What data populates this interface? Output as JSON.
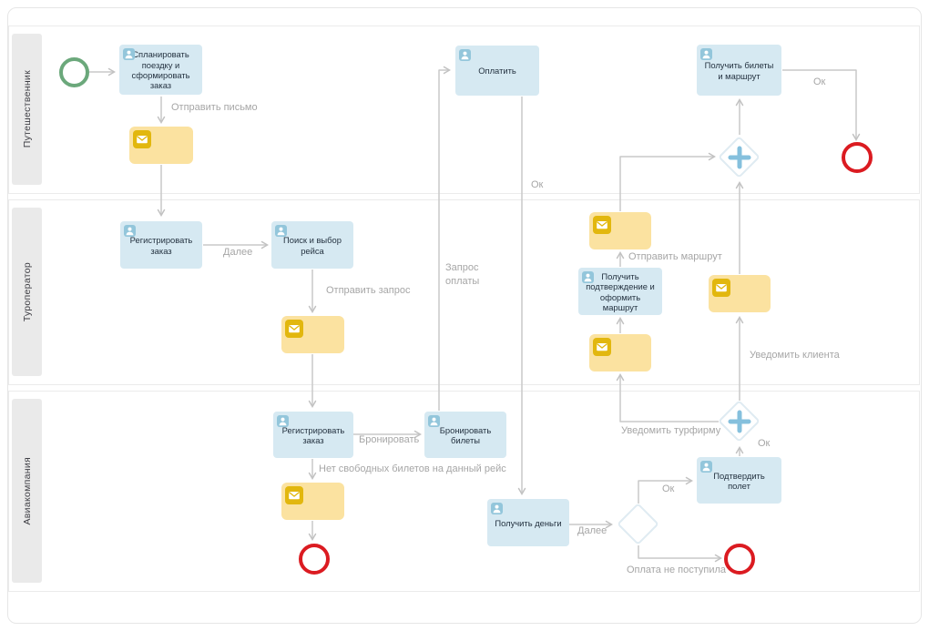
{
  "lanes": [
    {
      "label": "Путешественник"
    },
    {
      "label": "Туроператор"
    },
    {
      "label": "Авиакомпания"
    }
  ],
  "nodes": {
    "plan_trip": {
      "label": "Спланировать поездку и сформировать заказ"
    },
    "pay": {
      "label": "Оплатить"
    },
    "get_tickets": {
      "label": "Получить билеты и маршрут"
    },
    "register_order_tour": {
      "label": "Регистрировать заказ"
    },
    "search_flight": {
      "label": "Поиск и выбор рейса"
    },
    "get_confirmation": {
      "label": "Получить подтверждение и оформить маршрут"
    },
    "register_order_air": {
      "label": "Регистрировать заказ"
    },
    "book_tickets": {
      "label": "Бронировать билеты"
    },
    "get_money": {
      "label": "Получить деньги"
    },
    "confirm_flight": {
      "label": "Подтвердить полет"
    }
  },
  "flow_labels": {
    "send_letter": "Отправить письмо",
    "next_tour": "Далее",
    "send_request": "Отправить запрос",
    "request_payment": "Запрос оплаты",
    "ok_payment": "Ок",
    "book": "Бронировать",
    "no_tickets": "Нет свободных билетов на данный рейс",
    "next_air": "Далее",
    "ok_flight": "Ок",
    "payment_not_received": "Оплата не поступила",
    "ok_confirm": "Ок",
    "notify_touragency": "Уведомить турфирму",
    "notify_client": "Уведомить клиента",
    "send_route": "Отправить маршрут",
    "ok_tickets": "Ок"
  },
  "colors": {
    "task_fill": "#D6E9F2",
    "task_text": "#243240",
    "task_icon": "#93C6DB",
    "msg_fill": "#FBE2A0",
    "msg_icon": "#E2B70E",
    "start_stroke": "#6BA87B",
    "end_stroke": "#DB1B21",
    "gateway_stroke": "#DFEBF2",
    "gateway_plus": "#85C0DD",
    "line": "#C9C9C9",
    "label_text": "#A6A6A6",
    "lane_bg": "#EAEAEA",
    "lane_border": "#EBEBEB"
  }
}
